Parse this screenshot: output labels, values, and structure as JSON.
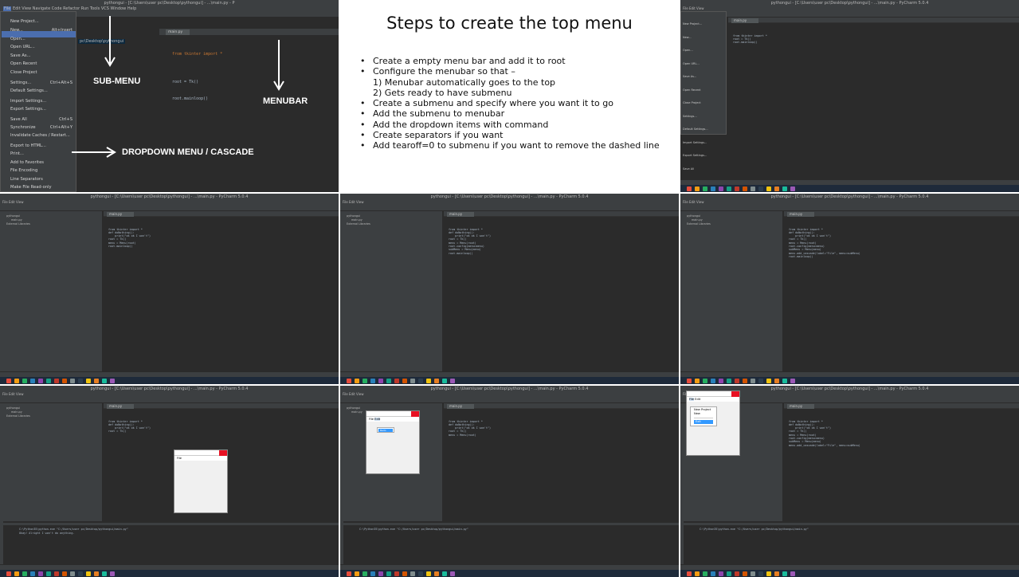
{
  "pycharm_title": "pythongui - [C:\\Users\\user pc\\Desktop\\pythongui] - ...\\main.py - PyCharm 5.0.4",
  "main_title_short": "pythongui - [C:\\Users\\user pc\\Desktop\\pythongui] - ...\\main.py - P",
  "menubar": [
    "File",
    "Edit",
    "View",
    "Navigate",
    "Code",
    "Refactor",
    "Run",
    "Tools",
    "VCS",
    "Window",
    "Help"
  ],
  "file_menu": [
    {
      "label": "New Project...",
      "shortcut": ""
    },
    {
      "label": "New...",
      "shortcut": "Alt+Insert"
    },
    {
      "label": "Open...",
      "shortcut": ""
    },
    {
      "label": "Open URL...",
      "shortcut": ""
    },
    {
      "label": "Save As...",
      "shortcut": ""
    },
    {
      "label": "Open Recent",
      "shortcut": ""
    },
    {
      "label": "Close Project",
      "shortcut": ""
    },
    {
      "label": "Settings...",
      "shortcut": "Ctrl+Alt+S"
    },
    {
      "label": "Default Settings...",
      "shortcut": ""
    },
    {
      "label": "Import Settings...",
      "shortcut": ""
    },
    {
      "label": "Export Settings...",
      "shortcut": ""
    },
    {
      "label": "Save All",
      "shortcut": "Ctrl+S"
    },
    {
      "label": "Synchronize",
      "shortcut": "Ctrl+Alt+Y"
    },
    {
      "label": "Invalidate Caches / Restart...",
      "shortcut": ""
    },
    {
      "label": "Export to HTML...",
      "shortcut": ""
    },
    {
      "label": "Print...",
      "shortcut": ""
    },
    {
      "label": "Add to Favorites",
      "shortcut": ""
    },
    {
      "label": "File Encoding",
      "shortcut": ""
    },
    {
      "label": "Line Separators",
      "shortcut": ""
    },
    {
      "label": "Make File Read-only",
      "shortcut": ""
    }
  ],
  "path_fragment": "pc\\Desktop\\pythongui",
  "editor_tab": "main.py",
  "code_basic": [
    "from tkinter import *",
    "",
    "root = Tk()",
    "root.mainloop()"
  ],
  "annotations": {
    "submenu": "SUB-MENU",
    "menubar": "MENUBAR",
    "dropdown": "DROPDOWN MENU / CASCADE"
  },
  "slide": {
    "title": "Steps to create the top menu",
    "bullets": [
      "Create a empty menu bar and add it to root",
      "Configure the menubar so that –",
      "1) Menubar automatically goes to the top",
      "2) Gets ready to have submenu",
      "Create a submenu and specify where you want it to go",
      "Add the submenu to menubar",
      "Add the dropdown items with command",
      "Create separators if you want",
      "Add tearoff=0 to submenu if you want to remove the dashed line"
    ]
  },
  "project_tree": [
    "pythongui",
    "main.py",
    "External Libraries"
  ],
  "code_cells": {
    "c3": [
      "from tkinter import *",
      "",
      "def doNothing():",
      "    print(\"ok ok I won't\")",
      "",
      "root = Tk()",
      "",
      "menu = Menu(root)",
      "",
      "",
      "root.mainloop()"
    ],
    "c4": [
      "from tkinter import *",
      "",
      "def doNothing():",
      "    print(\"ok ok I won't\")",
      "",
      "root = Tk()",
      "",
      "menu = Menu(root)",
      "root.config(menu=menu)",
      "",
      "subMenu = Menu(menu)",
      "",
      "root.mainloop()"
    ],
    "c5": [
      "from tkinter import *",
      "",
      "def doNothing():",
      "    print(\"ok ok I won't\")",
      "",
      "root = Tk()",
      "",
      "menu = Menu(root)",
      "root.config(menu=menu)",
      "",
      "subMenu = Menu(menu)",
      "menu.add_cascade(label=\"File\", menu=subMenu)",
      "",
      "root.mainloop()"
    ]
  },
  "console_lines": [
    "C:\\Python35\\python.exe \"C:/Users/user pc/Desktop/pythongui/main.py\"",
    "Okay! Alright I won't do anything."
  ],
  "tk": {
    "file": "File",
    "edit": "Edit",
    "new_project": "New Project",
    "new": "New",
    "exit": "Exit",
    "redo": "Redo"
  },
  "colors": {
    "ide_bg": "#2b2b2b",
    "panel": "#3c3f41",
    "selection": "#4b6eaf",
    "tk_close": "#e81123"
  }
}
